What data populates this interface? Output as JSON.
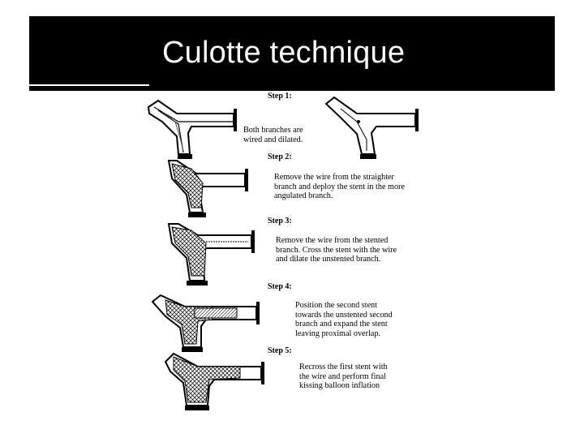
{
  "slide": {
    "title": "Culotte technique",
    "colors": {
      "title_bar": "#000000",
      "title_text": "#ffffff",
      "diagram_ink": "#000000"
    }
  },
  "steps": [
    {
      "label": "Step 1:",
      "lines": [
        "Both branches are",
        "wired and dilated."
      ]
    },
    {
      "label": "Step 2:",
      "lines": [
        "Remove  the wire from the straighter",
        "branch and deploy the stent in the more",
        "angulated branch."
      ]
    },
    {
      "label": "Step 3:",
      "lines": [
        "Remove  the  wire  from  the  stented",
        "branch. Cross the stent with the wire",
        "and dilate the unstented branch."
      ]
    },
    {
      "label": "Step 4:",
      "lines": [
        "Position the second stent",
        "towards the unstented second",
        "branch and expand the stent",
        "leaving proximal overlap."
      ]
    },
    {
      "label": "Step 5:",
      "lines": [
        "Recross  the  first  stent  with",
        "the  wire  and  perform  final",
        "kissing balloon inflation"
      ]
    }
  ]
}
